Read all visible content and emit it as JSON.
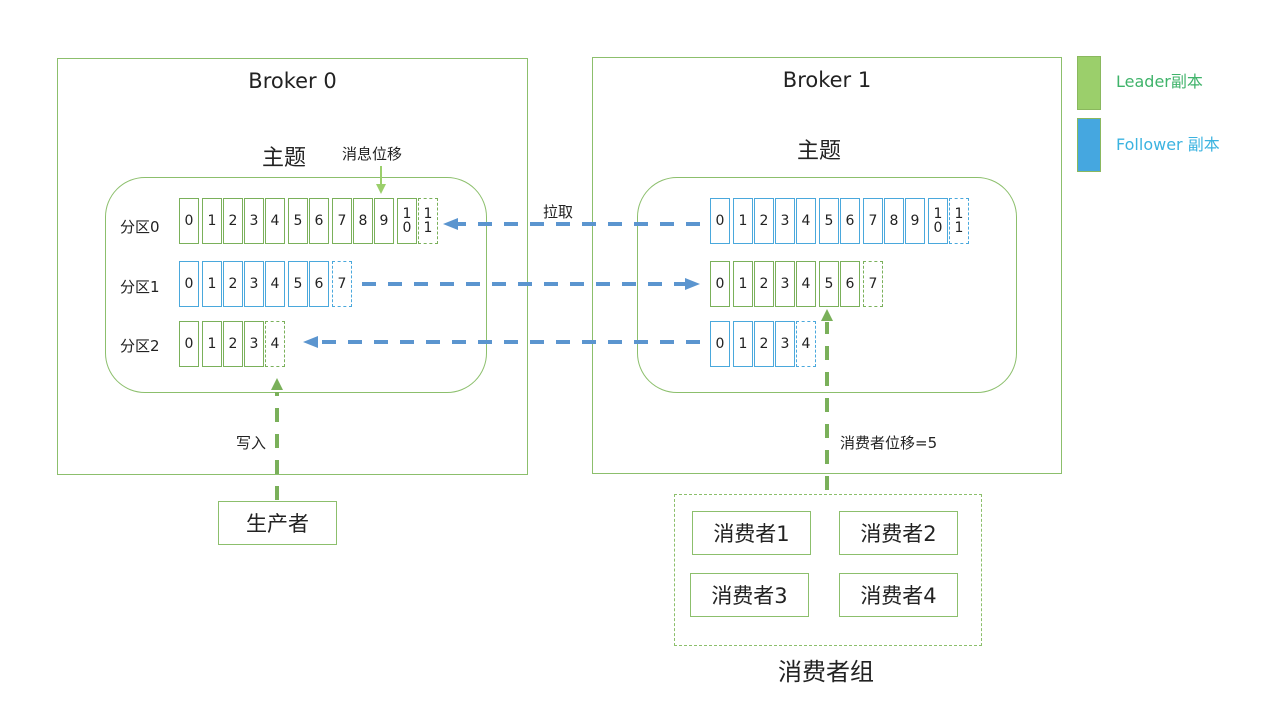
{
  "legend": {
    "leader": {
      "label": "Leader副本",
      "color": "#9bcf6b",
      "text_color": "#3fb36a"
    },
    "follower": {
      "label": "Follower 副本",
      "color": "#45a7e0",
      "text_color": "#3bb3e0"
    }
  },
  "broker0": {
    "title": "Broker 0",
    "topic_label": "主题",
    "offset_label": "消息位移",
    "partitions": [
      {
        "name": "分区0",
        "role": "leader",
        "cells": [
          "0",
          "1",
          "2",
          "3",
          "4",
          "5",
          "6",
          "7",
          "8",
          "9",
          "1\n0",
          "1\n1"
        ],
        "pending_last": true
      },
      {
        "name": "分区1",
        "role": "follower",
        "cells": [
          "0",
          "1",
          "2",
          "3",
          "4",
          "5",
          "6",
          "7"
        ],
        "pending_last": true
      },
      {
        "name": "分区2",
        "role": "leader",
        "cells": [
          "0",
          "1",
          "2",
          "3",
          "4"
        ],
        "pending_last": true
      }
    ]
  },
  "broker1": {
    "title": "Broker 1",
    "topic_label": "主题",
    "partitions": [
      {
        "name": "分区0",
        "role": "follower",
        "cells": [
          "0",
          "1",
          "2",
          "3",
          "4",
          "5",
          "6",
          "7",
          "8",
          "9",
          "1\n0",
          "1\n1"
        ],
        "pending_last": true
      },
      {
        "name": "分区1",
        "role": "leader",
        "cells": [
          "0",
          "1",
          "2",
          "3",
          "4",
          "5",
          "6",
          "7"
        ],
        "pending_last": true
      },
      {
        "name": "分区2",
        "role": "follower",
        "cells": [
          "0",
          "1",
          "2",
          "3",
          "4"
        ],
        "pending_last": true
      }
    ]
  },
  "arrows": {
    "pull_label": "拉取",
    "write_label": "写入",
    "consumer_offset_label": "消费者位移=5"
  },
  "producer": {
    "label": "生产者"
  },
  "consumer_group": {
    "label": "消费者组",
    "consumers": [
      "消费者1",
      "消费者2",
      "消费者3",
      "消费者4"
    ]
  },
  "colors": {
    "leader_border": "#7ab05a",
    "follower_border": "#4aa8dc",
    "arrow_blue": "#5b95cf",
    "arrow_green": "#7ab05a"
  }
}
